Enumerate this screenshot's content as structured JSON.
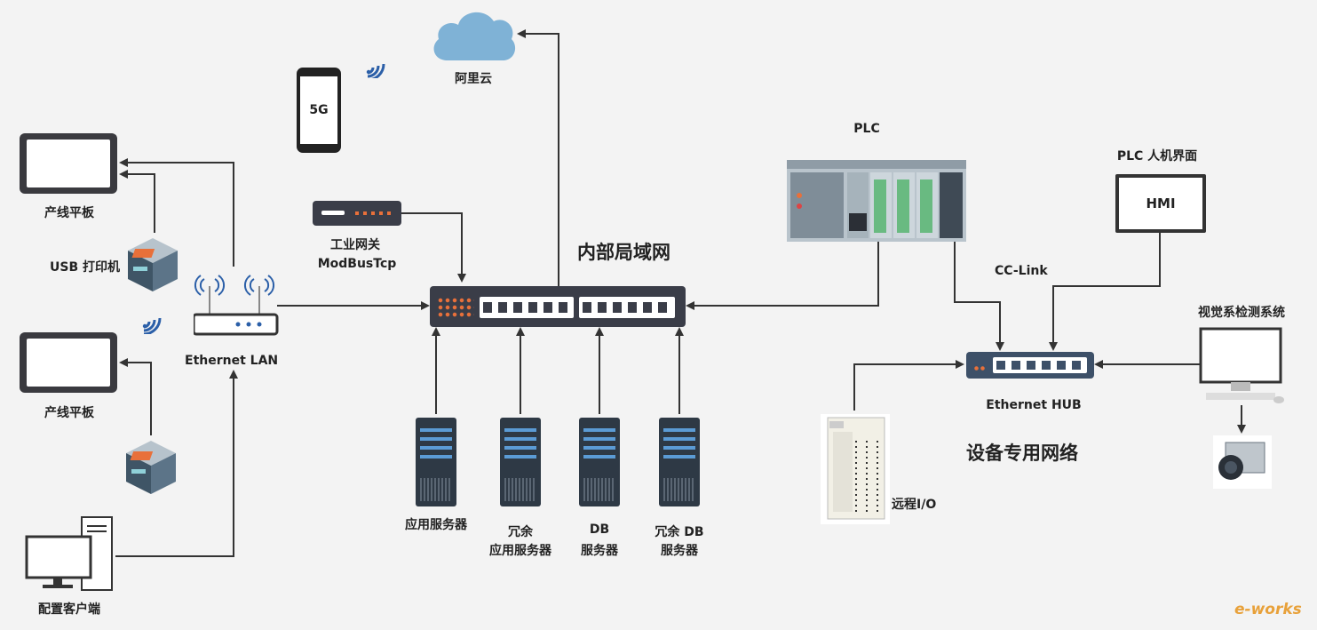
{
  "title": "内部局域网",
  "subtitle": "设备专用网络",
  "cloud": {
    "label": "阿里云"
  },
  "phone": {
    "label": "5G"
  },
  "gateway": {
    "line1": "工业网关",
    "line2": "ModBusTcp"
  },
  "router": {
    "label": "Ethernet LAN"
  },
  "tablets": [
    {
      "label": "产线平板"
    },
    {
      "label": "产线平板"
    }
  ],
  "printer": {
    "label": "USB 打印机"
  },
  "client": {
    "label": "配置客户端"
  },
  "servers": [
    {
      "line1": "应用服务器",
      "line2": ""
    },
    {
      "line1": "冗余",
      "line2": "应用服务器"
    },
    {
      "line1": "DB",
      "line2": "服务器"
    },
    {
      "line1": "冗余 DB",
      "line2": "服务器"
    }
  ],
  "plc": {
    "label": "PLC"
  },
  "hmi": {
    "label": "PLC 人机界面",
    "screen": "HMI"
  },
  "cclink": {
    "label": "CC-Link"
  },
  "hub": {
    "label": "Ethernet HUB"
  },
  "vision": {
    "label": "视觉系检测系统"
  },
  "remote_io": {
    "label": "远程I/O"
  },
  "watermark": "e-works",
  "colors": {
    "line": "#333333",
    "cloud": "#7fb2d6",
    "switch": "#3a3d48",
    "hub": "#3d5068",
    "port_orange": "#e8703a",
    "accent_blue": "#2b5fa8"
  }
}
